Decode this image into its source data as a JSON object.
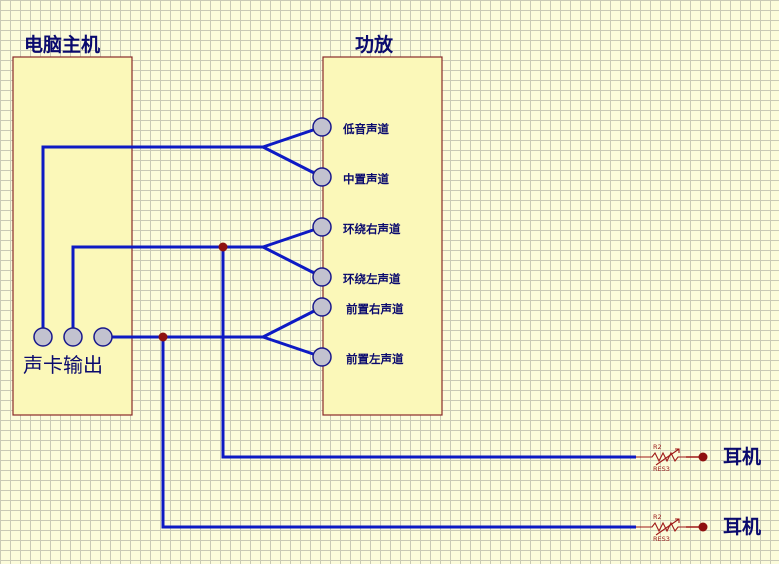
{
  "pc": {
    "title": "电脑主机",
    "output_label": "声卡输出"
  },
  "amp": {
    "title": "功放",
    "channels": [
      "低音声道",
      "中置声道",
      "环绕右声道",
      "环绕左声道",
      "前置右声道",
      "前置左声道"
    ]
  },
  "headphones": [
    {
      "label": "耳机",
      "res_ref": "R2",
      "res_type": "RES3"
    },
    {
      "label": "耳机",
      "res_ref": "R2",
      "res_type": "RES3"
    }
  ],
  "colors": {
    "wire": "#0e1ac4",
    "box_fill": "#fbf8b9",
    "box_border": "#8a2a2a",
    "node": "#8e1010"
  }
}
